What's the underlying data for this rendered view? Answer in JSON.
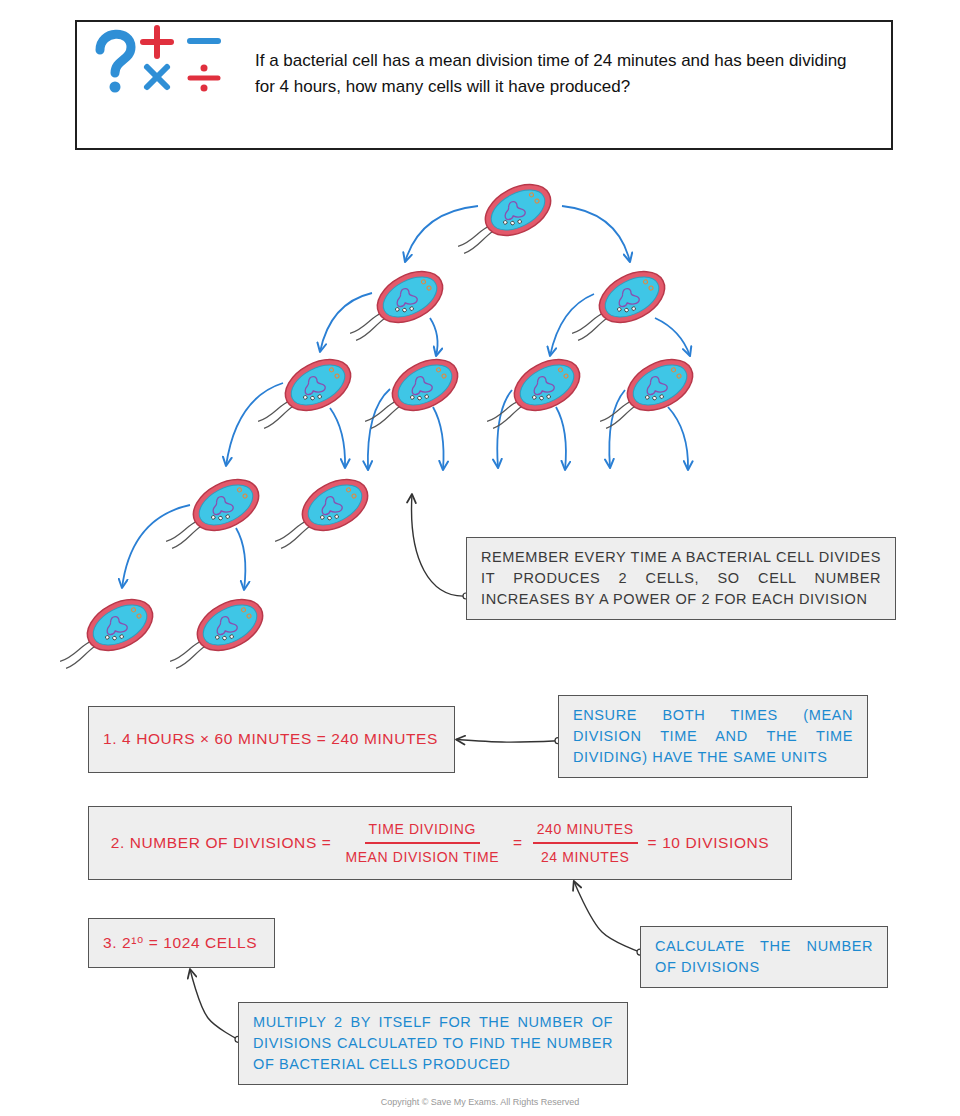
{
  "diagram": {
    "nodes": [
      {
        "text": [
          "If a bacterial cell has a mean division time of 24 minutes and has been dividing for 4 hours, how many cells will it have produced?"
        ]
      },
      {
        "text": [
          "REMEMBER EVERY TIME A BACTERIAL CELL DIVIDES IT PRODUCES 2 CELLS, SO CELL NUMBER INCREASES BY A POWER OF 2 FOR EACH DIVISION"
        ]
      },
      {
        "text": [
          "1. 4 HOURS × 60 MINUTES = 240 MINUTES"
        ]
      },
      {
        "text": [
          "ENSURE BOTH TIMES (MEAN DIVISION TIME AND THE TIME DIVIDING) HAVE THE SAME UNITS"
        ]
      },
      {
        "text": [
          "2. NUMBER OF DIVISIONS =",
          "TIME DIVIDING",
          "MEAN DIVISION TIME",
          "=",
          "240 MINUTES",
          "24 MINUTES",
          "= 10 DIVISIONS"
        ]
      },
      {
        "text": [
          "3. 2¹⁰ = 1024 CELLS"
        ]
      },
      {
        "text": [
          "CALCULATE THE NUMBER OF DIVISIONS"
        ]
      },
      {
        "text": [
          "MULTIPLY 2 BY ITSELF FOR THE NUMBER OF DIVISIONS CALCULATED TO FIND THE NUMBER OF BACTERIAL CELLS PRODUCED"
        ]
      }
    ],
    "edges": [
      {
        "from": 3,
        "to": 2,
        "arrow": "to"
      },
      {
        "from": 6,
        "to": 4,
        "arrow": "to"
      },
      {
        "from": 7,
        "to": 5,
        "arrow": "to"
      }
    ],
    "labels": [
      "Copyright © Save My Exams. All Rights Reserved"
    ]
  }
}
